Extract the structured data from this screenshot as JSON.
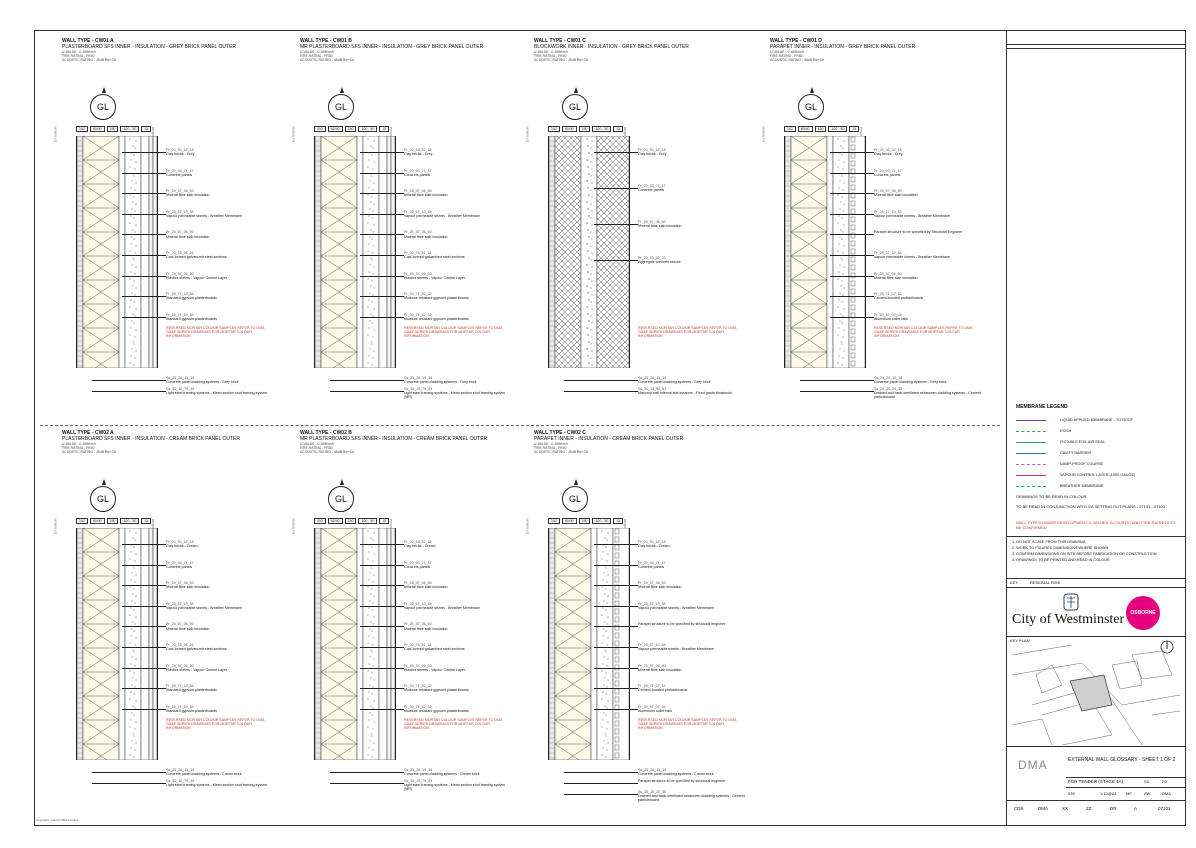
{
  "walls": [
    {
      "title": "WALL TYPE - CW01 A",
      "subtitle": "PLASTERBOARD SFS INNER - INSULATION - GREY BRICK PANEL OUTER",
      "gl": "GL",
      "labels": [
        [
          "Pr_20_93_52_15",
          "Clay bricks - Grey"
        ],
        [
          "Pr_20_93_71_17",
          "Concrete panels"
        ],
        [
          "Pr_25_57_06_50",
          "Mineral fibre slab insulation"
        ],
        [
          "Pr_25_57_10_84",
          "Vapour permeable sheets - Breather Membrane"
        ],
        [
          "Pr_25_57_06_50",
          "Mineral fibre slab insulation"
        ],
        [
          "Pr_20_76_51_21",
          "Cold-formed galvanized steel sections"
        ],
        [
          "Pr_25_57_06_60",
          "Plastics sheets - Vapour Control Layer"
        ],
        [
          "Pr_25_71_52_84",
          "Standard gypsum plasterboards"
        ],
        [
          "Pr_25_71_52_84",
          "Standard gypsum plasterboards"
        ]
      ],
      "bottom": [
        [
          "Ss_25_20_15_15",
          "Concrete panel cladding systems - Grey brick"
        ],
        [
          "Ss_30_10_75_45",
          "Light steel framing systems - Metal section stud framing system"
        ]
      ]
    },
    {
      "title": "WALL TYPE - CW01 B",
      "subtitle": "MR PLASTERBOARD SFS INNER - INSULATION - GREY BRICK PANEL OUTER",
      "gl": "GL",
      "labels": [
        [
          "Pr_20_93_52_15",
          "Clay bricks - Grey"
        ],
        [
          "Pr_20_93_71_17",
          "Concrete panels"
        ],
        [
          "Pr_25_57_06_50",
          "Mineral fibre slab insulation"
        ],
        [
          "Pr_25_57_10_84",
          "Vapour permeable sheets - Breather Membrane"
        ],
        [
          "Pr_25_57_06_50",
          "Mineral fibre slab insulation"
        ],
        [
          "Pr_20_76_51_21",
          "Cold-formed galvanized steel sections"
        ],
        [
          "Pr_25_57_06_60",
          "Plastics sheets - Vapour Control Layer"
        ],
        [
          "Pr_25_71_52_52",
          "Moisture resistant gypsum plasterboards"
        ],
        [
          "Pr_25_71_52_52",
          "Moisture resistant gypsum plasterboards"
        ]
      ],
      "bottom": [
        [
          "Ss_25_20_15_15",
          "Concrete panel cladding systems - Grey brick"
        ],
        [
          "Ss_30_10_75_45",
          "Light steel framing systems - Metal section stud framing system (MR)"
        ]
      ]
    },
    {
      "title": "WALL TYPE - CW01 C",
      "subtitle": "BLOCKWORK INNER - INSULATION - GREY BRICK PANEL OUTER",
      "gl": "GL",
      "labels": [
        [
          "Pr_20_93_52_15",
          "Clay bricks - Grey"
        ],
        [
          "Pr_20_93_71_17",
          "Concrete panels"
        ],
        [
          "Pr_25_57_06_50",
          "Mineral fibre slab insulation"
        ],
        [
          "Pr_20_93_52_03",
          "Aggregate concrete blocks"
        ]
      ],
      "bottom": [
        [
          "Ss_25_20_15_15",
          "Concrete panel cladding systems - Grey brick"
        ],
        [
          "Ss_20_13_50_51",
          "Masonry wall internal leaf systems - Fixed grade blockwork"
        ]
      ]
    },
    {
      "title": "WALL TYPE - CW01 D",
      "subtitle": "PARAPET INNER - INSULATION - GREY BRICK PANEL OUTER",
      "gl": "GL",
      "labels": [
        [
          "Pr_20_93_52_15",
          "Clay bricks - Grey"
        ],
        [
          "Pr_20_93_71_17",
          "Concrete panels"
        ],
        [
          "Pr_25_57_06_50",
          "Mineral fibre slab insulation"
        ],
        [
          "Pr_25_57_10_84",
          "Vapour permeable sheets - Breather Membrane"
        ],
        [
          "",
          "Parapet structure to be specified by Structural Engineer"
        ],
        [
          "Pr_25_57_10_84",
          "Vapour permeable sheets - Breather Membrane"
        ],
        [
          "Pr_25_57_06_50",
          "Mineral fibre slab insulation"
        ],
        [
          "Pr_25_71_07_12",
          "Cement-bonded particleboards"
        ],
        [
          "Pr_30_67_07_04",
          "Aluminium coiler rails"
        ]
      ],
      "bottom": [
        [
          "Ss_25_20_15_15",
          "Concrete panel cladding systems - Grey brick"
        ],
        [
          "Ss_25_20_20_35",
          "Drained and back-ventilated rainscreen cladding systems - Cement particleboard"
        ]
      ]
    },
    {
      "title": "WALL TYPE - CW02 A",
      "subtitle": "PLASTERBOARD SFS INNER - INSULATION - CREAM BRICK PANEL OUTER",
      "gl": "GL",
      "labels": [
        [
          "Pr_20_93_52_15",
          "Clay bricks - Cream"
        ],
        [
          "Pr_20_93_71_17",
          "Concrete panels"
        ],
        [
          "Pr_25_57_06_50",
          "Mineral fibre slab insulation"
        ],
        [
          "Pr_25_57_10_84",
          "Vapour permeable sheets - Breather Membrane"
        ],
        [
          "Pr_25_57_06_50",
          "Mineral fibre slab insulation"
        ],
        [
          "Pr_20_76_51_21",
          "Cold-formed galvanized steel sections"
        ],
        [
          "Pr_25_57_06_60",
          "Plastics sheets - Vapour Control Layer"
        ],
        [
          "Pr_25_71_52_84",
          "Standard gypsum plasterboards"
        ],
        [
          "Pr_25_71_52_84",
          "Standard gypsum plasterboards"
        ]
      ],
      "bottom": [
        [
          "Ss_25_20_15_15",
          "Concrete panel cladding systems - Cream brick"
        ],
        [
          "Ss_30_10_75_45",
          "Light steel framing systems - Metal section stud framing system"
        ]
      ]
    },
    {
      "title": "WALL TYPE - CW02 B",
      "subtitle": "MR PLASTERBOARD SFS INNER - INSULATION - CREAM BRICK PANEL OUTER",
      "gl": "GL",
      "labels": [
        [
          "Pr_20_93_52_15",
          "Clay bricks - Cream"
        ],
        [
          "Pr_20_93_71_17",
          "Concrete panels"
        ],
        [
          "Pr_25_57_06_50",
          "Mineral fibre slab insulation"
        ],
        [
          "Pr_25_57_10_84",
          "Vapour permeable sheets - Breather Membrane"
        ],
        [
          "Pr_25_57_06_50",
          "Mineral fibre slab insulation"
        ],
        [
          "Pr_20_76_51_21",
          "Cold-formed galvanized steel sections"
        ],
        [
          "Pr_25_57_06_60",
          "Plastics sheets - Vapour Control Layer"
        ],
        [
          "Pr_25_71_52_52",
          "Moisture resistant gypsum plasterboards"
        ],
        [
          "Pr_25_71_52_52",
          "Moisture resistant gypsum plasterboards"
        ]
      ],
      "bottom": [
        [
          "Ss_25_20_15_15",
          "Concrete panel cladding systems - Cream brick"
        ],
        [
          "Ss_30_10_75_45",
          "Light steel framing systems - Metal section stud framing system (MR)"
        ]
      ]
    },
    {
      "title": "WALL TYPE - CW02 C",
      "subtitle": "PARAPET INNER - INSULATION - CREAM BRICK PANEL OUTER",
      "gl": "GL",
      "labels": [
        [
          "Pr_20_93_52_15",
          "Clay bricks - Cream"
        ],
        [
          "Pr_20_93_71_17",
          "Concrete panels"
        ],
        [
          "Pr_25_57_06_50",
          "Mineral fibre slab insulation"
        ],
        [
          "Pr_25_57_10_84",
          "Vapour permeable sheets - Breather Membrane"
        ],
        [
          "",
          "Parapet structure to be specified by structural engineer"
        ],
        [
          "Pr_25_57_10_84",
          "Vapour permeable sheets - Breather Membrane"
        ],
        [
          "Pr_25_57_06_50",
          "Mineral fibre slab insulation"
        ],
        [
          "Pr_25_71_07_12",
          "Cement-bonded particleboards"
        ],
        [
          "Pr_30_67_07_04",
          "Aluminium coiler rails"
        ]
      ],
      "bottom": [
        [
          "Ss_25_20_15_15",
          "Concrete panel cladding systems - Cream brick"
        ],
        [
          "",
          "Parapet structure to be specified by structural engineer"
        ],
        [
          "Ss_25_20_20_35",
          "Drained and back-ventilated rainscreen cladding systems - Cement particleboard"
        ]
      ]
    }
  ],
  "spec_lines": [
    "U-VALUE - 0.18W/m²K",
    "FIRE RATING - FR60",
    "ACOUSTIC RATING - 45dB Rw+Ctr"
  ],
  "note_red": "REVERSED MORTAR COLOUR SAMPLES REFER TO DMA GA&E SERIES DRAWINGS FOR MORTAR COLOUR INFORMATION",
  "dims": [
    "102",
    "60/40",
    "150",
    "100 - 50",
    "15"
  ],
  "exterior": "EXTERIOR",
  "interior": "INTERIOR",
  "legend": {
    "title": "MEMBRANE LEGEND",
    "items": [
      {
        "label": "LIQUID APPLIED MEMBRANE - TO ROOF",
        "color": "#5b3fa6"
      },
      {
        "label": "EXISH",
        "color": "#2eaa3a"
      },
      {
        "label": "FLEXIBLE FOIL AIR SEAL",
        "color": "#2a9d8f"
      },
      {
        "label": "CAVITY BARRIER",
        "color": "#1f77b4"
      },
      {
        "label": "DAMP-PROOF COURSE",
        "color": "#b05fd3"
      },
      {
        "label": "VAPOUR CONTROL LAYER (1000 GAUGE)",
        "color": "#d12b8a"
      },
      {
        "label": "BREATHER MEMBRANE",
        "color": "#17a2b8"
      }
    ],
    "note1": "DRAWINGS TO BE READ IN COLOUR",
    "note2": "TO BE READ IN CONJUNCTION WITH GA SETTING OUT PLANS - 07101 - 07103",
    "red_note": "WALL TYPES UNDER DEVELOPMENT U-VALUES, ACOUSTIC AND FIRE RATINGS TO BE CONFIRMED"
  },
  "general_notes": [
    "1. DO NOT SCALE FROM THIS DRAWING",
    "2. WORK TO FIGURED DIMENSIONS WHERE SHOWN",
    "3. CONFIRM DIMENSIONS ON SITE BEFORE FABRICATION OR CONSTRUCTION",
    "4. DRAWINGS TO BE PRINTED AND READ IN COLOUR"
  ],
  "key": "KEY",
  "residual_risk": "RESIDUAL RISK",
  "client": "City of Westminster",
  "contractor": "OSBORNE",
  "key_plan": "KEY PLAN",
  "architect": "DMA",
  "drawing_title": "EXTERNAL WALL GLOSSARY - SHEET 1 OF 2",
  "status": "FOR TENDER (STAGE 4A)",
  "status_code": "S3",
  "revision": "P2",
  "job_no": "535",
  "scale": "1:10@A1",
  "drawn": "MF",
  "checked": "AW",
  "approved": "DMA",
  "code_parts": [
    "CDS",
    "DMA",
    "XX",
    "ZZ",
    "DR",
    "A",
    "07101"
  ],
  "copyright": "Copyright - Derek Miller Limited"
}
